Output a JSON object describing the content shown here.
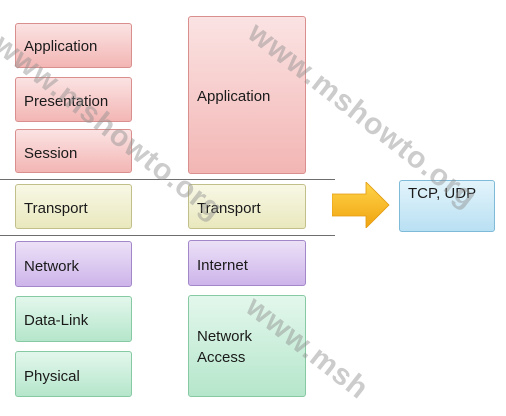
{
  "osi_layers": {
    "application": "Application",
    "presentation": "Presentation",
    "session": "Session",
    "transport": "Transport",
    "network": "Network",
    "data_link": "Data-Link",
    "physical": "Physical"
  },
  "tcpip_layers": {
    "application": "Application",
    "transport": "Transport",
    "internet": "Internet",
    "network_access_line1": "Network",
    "network_access_line2": "Access"
  },
  "protocols": "TCP, UDP",
  "watermark": {
    "text_1": "www.mshowto.org",
    "text_2": "www.mshowto.org",
    "text_3": "www.msh"
  },
  "colors": {
    "application_layer": "#f2b6b4",
    "transport_layer": "#e9e8bd",
    "network_layer": "#cdb4ea",
    "link_layer": "#b5e6cb",
    "protocol_box": "#b9e0f3",
    "arrow": "#f5b41c"
  }
}
